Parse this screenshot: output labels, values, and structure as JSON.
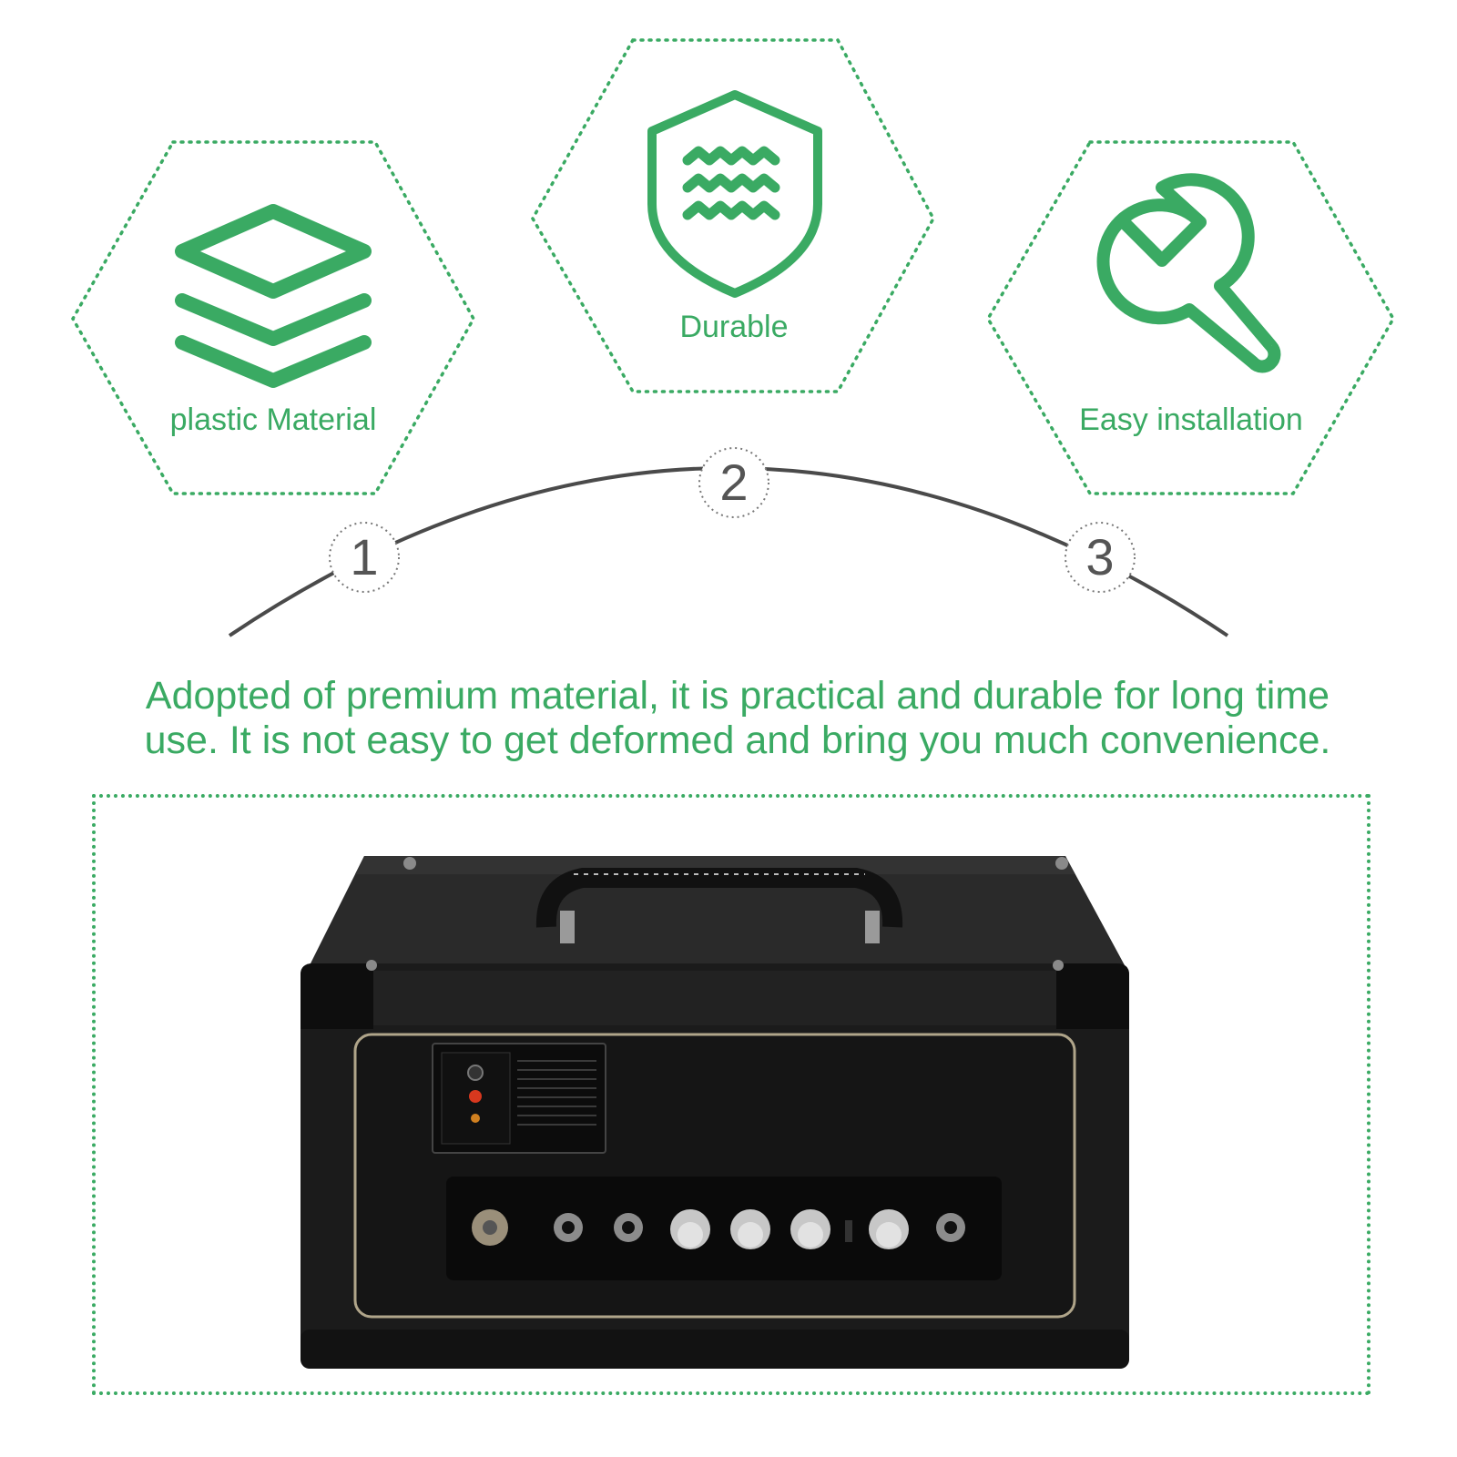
{
  "features": [
    {
      "label": "plastic Material",
      "icon": "layers-icon",
      "step": "1"
    },
    {
      "label": "Durable",
      "icon": "waterproof-shield-icon",
      "step": "2"
    },
    {
      "label": "Easy installation",
      "icon": "wrench-icon",
      "step": "3"
    }
  ],
  "description": {
    "line1": "Adopted of premium material, it is practical and durable for long time",
    "line2": "use. It is not easy to get deformed and bring you much convenience."
  },
  "product_image": {
    "subject": "amplifier-head-with-cover"
  },
  "colors": {
    "accent": "#3aaa63",
    "text_gray": "#555555",
    "arc": "#4a4a4a",
    "amp_body": "#1b1b1b"
  }
}
